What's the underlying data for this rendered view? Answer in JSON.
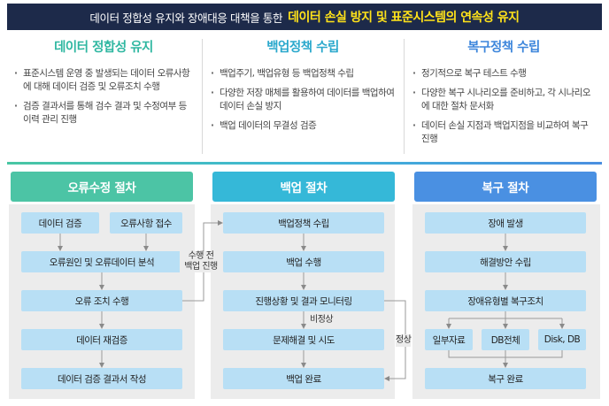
{
  "banner": {
    "lead": "데이터 정합성 유지와 장애대응 대책을 통한",
    "highlight": "데이터 손실 방지 및 표준시스템의 연속성 유지"
  },
  "policies": [
    {
      "title": "데이터 정합성 유지",
      "color": "#2fb7a1",
      "bullets": [
        "표준시스템 운영 중 발생되는 데이터 오류사항에 대해 데이터 검증 및 오류조치 수행",
        "검증 결과서를 통해 검수 결과 및 수정여부 등 이력 관리 진행"
      ]
    },
    {
      "title": "백업정책 수립",
      "color": "#2aa8cc",
      "bullets": [
        "백업주기, 백업유형 등 백업정책 수립",
        "다양한 저장 매체를 활용하여 데이터를 백업하여 데이터 손실 방지",
        "백업 데이터의 무결성 검증"
      ]
    },
    {
      "title": "복구정책 수립",
      "color": "#3d86db",
      "bullets": [
        "정기적으로 복구 테스트 수행",
        "다양한 복구 시나리오를 준비하고, 각 시나리오에 대한 절차 문서화",
        "데이터 손실 지점과 백업지점을 비교하여 복구 진행"
      ]
    }
  ],
  "procedures": {
    "error": {
      "title": "오류수정 절차",
      "color": "#4cc4a5",
      "boxes": {
        "verify": "데이터 검증",
        "receive": "오류사항 접수",
        "analyze": "오류원인 및 오류데이터 분석",
        "fix": "오류 조치 수행",
        "reverify": "데이터 재검증",
        "report": "데이터 검증 결과서 작성"
      }
    },
    "backup": {
      "title": "백업 절차",
      "color": "#35b8d8",
      "boxes": {
        "plan": "백업정책 수립",
        "run": "백업 수행",
        "monitor": "진행상황 및 결과 모니터링",
        "resolve": "문제해결 및 시도",
        "done": "백업 완료"
      }
    },
    "recovery": {
      "title": "복구 절차",
      "color": "#4a90e2",
      "boxes": {
        "incident": "장애 발생",
        "plan": "해결방안 수립",
        "measure": "장애유형별 복구조치",
        "partial": "일부자료",
        "full_db": "DB전체",
        "disk": "Disk, DB",
        "done": "복구 완료"
      }
    }
  },
  "flow_labels": {
    "pre_backup": [
      "수행 전",
      "백업 진행"
    ],
    "abnormal": "비정상",
    "normal": "정상"
  }
}
